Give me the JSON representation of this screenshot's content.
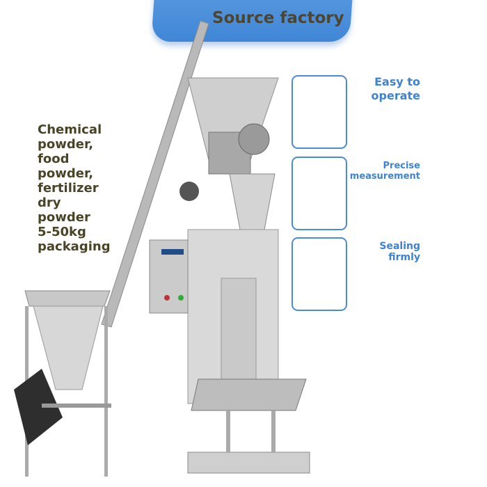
{
  "banner": {
    "title": "Source factory"
  },
  "description": "Chemical\npowder,\nfood\npowder,\nfertilizer\ndry\npowder\n5-50kg\npackaging",
  "features": [
    {
      "label": "Easy to\noperate",
      "icon": "hand-touch-icon"
    },
    {
      "label": "Precise\nmeasurement",
      "icon": "scale-gauge-icon"
    },
    {
      "label": "Sealing\nfirmly",
      "icon": "sealed-bag-icon"
    }
  ],
  "colors": {
    "accent": "#3f82d2",
    "banner": "#4a8fdc",
    "text_dark": "#4a4426"
  }
}
